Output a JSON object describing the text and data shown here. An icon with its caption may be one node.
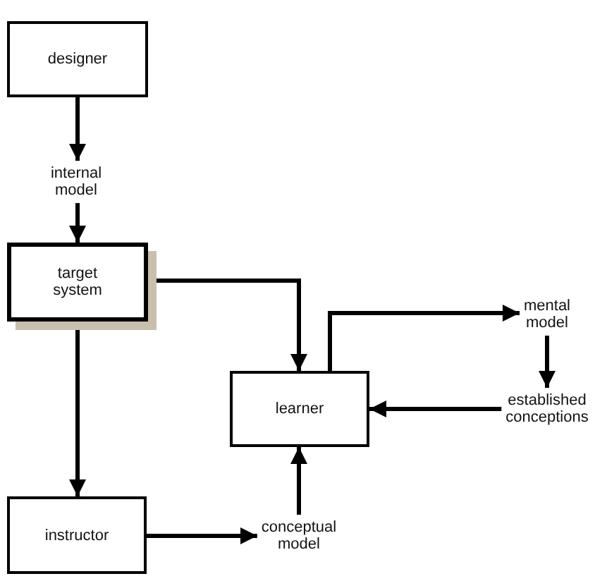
{
  "diagram": {
    "nodes": [
      {
        "text": [
          "designer"
        ]
      },
      {
        "text": [
          "internal model"
        ]
      },
      {
        "text": [
          "target system"
        ]
      },
      {
        "text": [
          "mental model"
        ]
      },
      {
        "text": [
          "learner"
        ]
      },
      {
        "text": [
          "established conceptions"
        ]
      },
      {
        "text": [
          "instructor"
        ]
      },
      {
        "text": [
          "conceptual model"
        ]
      }
    ],
    "edges": [
      {
        "from": 0,
        "to": 1,
        "arrow": "to"
      },
      {
        "from": 1,
        "to": 2,
        "arrow": "to"
      },
      {
        "from": 2,
        "to": 4,
        "arrow": "to"
      },
      {
        "from": 2,
        "to": 6,
        "arrow": "to"
      },
      {
        "from": 4,
        "to": 3,
        "arrow": "to"
      },
      {
        "from": 3,
        "to": 5,
        "arrow": "to"
      },
      {
        "from": 5,
        "to": 4,
        "arrow": "to"
      },
      {
        "from": 6,
        "to": 7,
        "arrow": "to"
      },
      {
        "from": 7,
        "to": 4,
        "arrow": "to"
      }
    ]
  }
}
